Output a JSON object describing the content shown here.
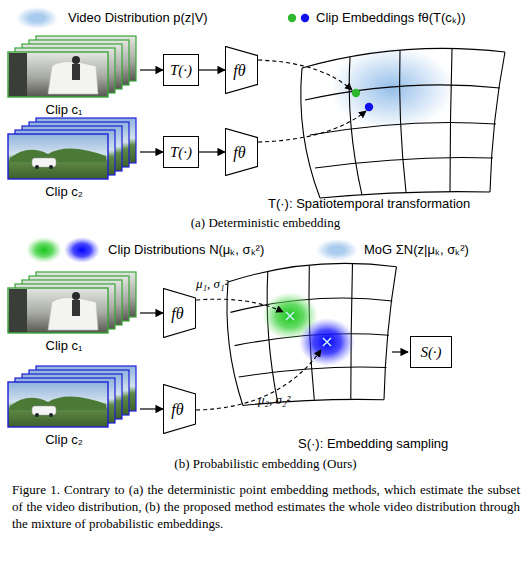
{
  "diagram": {
    "caption": "Figure 1. Contrary to (a) the deterministic point embedding methods, which estimate the subset of the video distribution, (b) the proposed method estimates the whole video distribution through the mixture of probabilistic embeddings.",
    "nodes": [
      {
        "text": [
          "Clip c₁"
        ]
      },
      {
        "text": [
          "T(·)"
        ]
      },
      {
        "text": [
          "fθ"
        ]
      },
      {
        "text": [
          "Clip c₂"
        ]
      },
      {
        "text": [
          "T(·)"
        ]
      },
      {
        "text": [
          "fθ"
        ]
      },
      {
        "text": [
          "Clip c₁"
        ]
      },
      {
        "text": [
          "fθ"
        ]
      },
      {
        "text": [
          "Clip c₂"
        ]
      },
      {
        "text": [
          "fθ"
        ]
      },
      {
        "text": [
          "S(·)"
        ]
      }
    ],
    "edges": [
      {
        "from": 0,
        "to": 1,
        "arrow": "to"
      },
      {
        "from": 1,
        "to": 2,
        "arrow": "to"
      },
      {
        "from": 3,
        "to": 4,
        "arrow": "to"
      },
      {
        "from": 4,
        "to": 5,
        "arrow": "to"
      },
      {
        "from": 6,
        "to": 7,
        "arrow": "to"
      },
      {
        "from": 8,
        "to": 9,
        "arrow": "to"
      }
    ],
    "labels": [
      "T(·): Spatiotemporal transformation",
      "(a) Deterministic embedding",
      "μ₁, σ₁²",
      "μ₂, σ₂²",
      "S(·): Embedding sampling",
      "(b) Probabilistic embedding (Ours)"
    ],
    "legend": [
      {
        "text": "Video Distribution p(z|V)",
        "color": "#a9cbee"
      },
      {
        "text": "Clip Embeddings fθ(T(cₖ))"
      },
      {
        "text": "Clip Distributions N(μₖ, σₖ²)"
      },
      {
        "text": "MoG ΣN(z|μₖ, σₖ²)",
        "color": "#a9cbee"
      }
    ]
  }
}
